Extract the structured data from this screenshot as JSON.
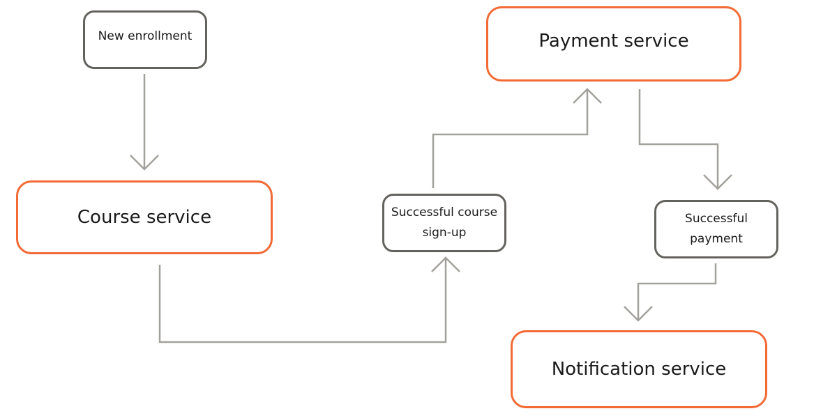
{
  "diagram": {
    "nodes": {
      "new_enrollment": "New enrollment",
      "payment_service": "Payment service",
      "course_service": "Course service",
      "course_signup_line1": "Successful course",
      "course_signup_line2": "sign-up",
      "successful_payment_line1": "Successful",
      "successful_payment_line2": "payment",
      "notification_service": "Notification service"
    },
    "colors": {
      "service_border": "#f26a35",
      "event_border": "#64625d",
      "connector": "#a3a19b",
      "text": "#1a1a1a"
    }
  }
}
